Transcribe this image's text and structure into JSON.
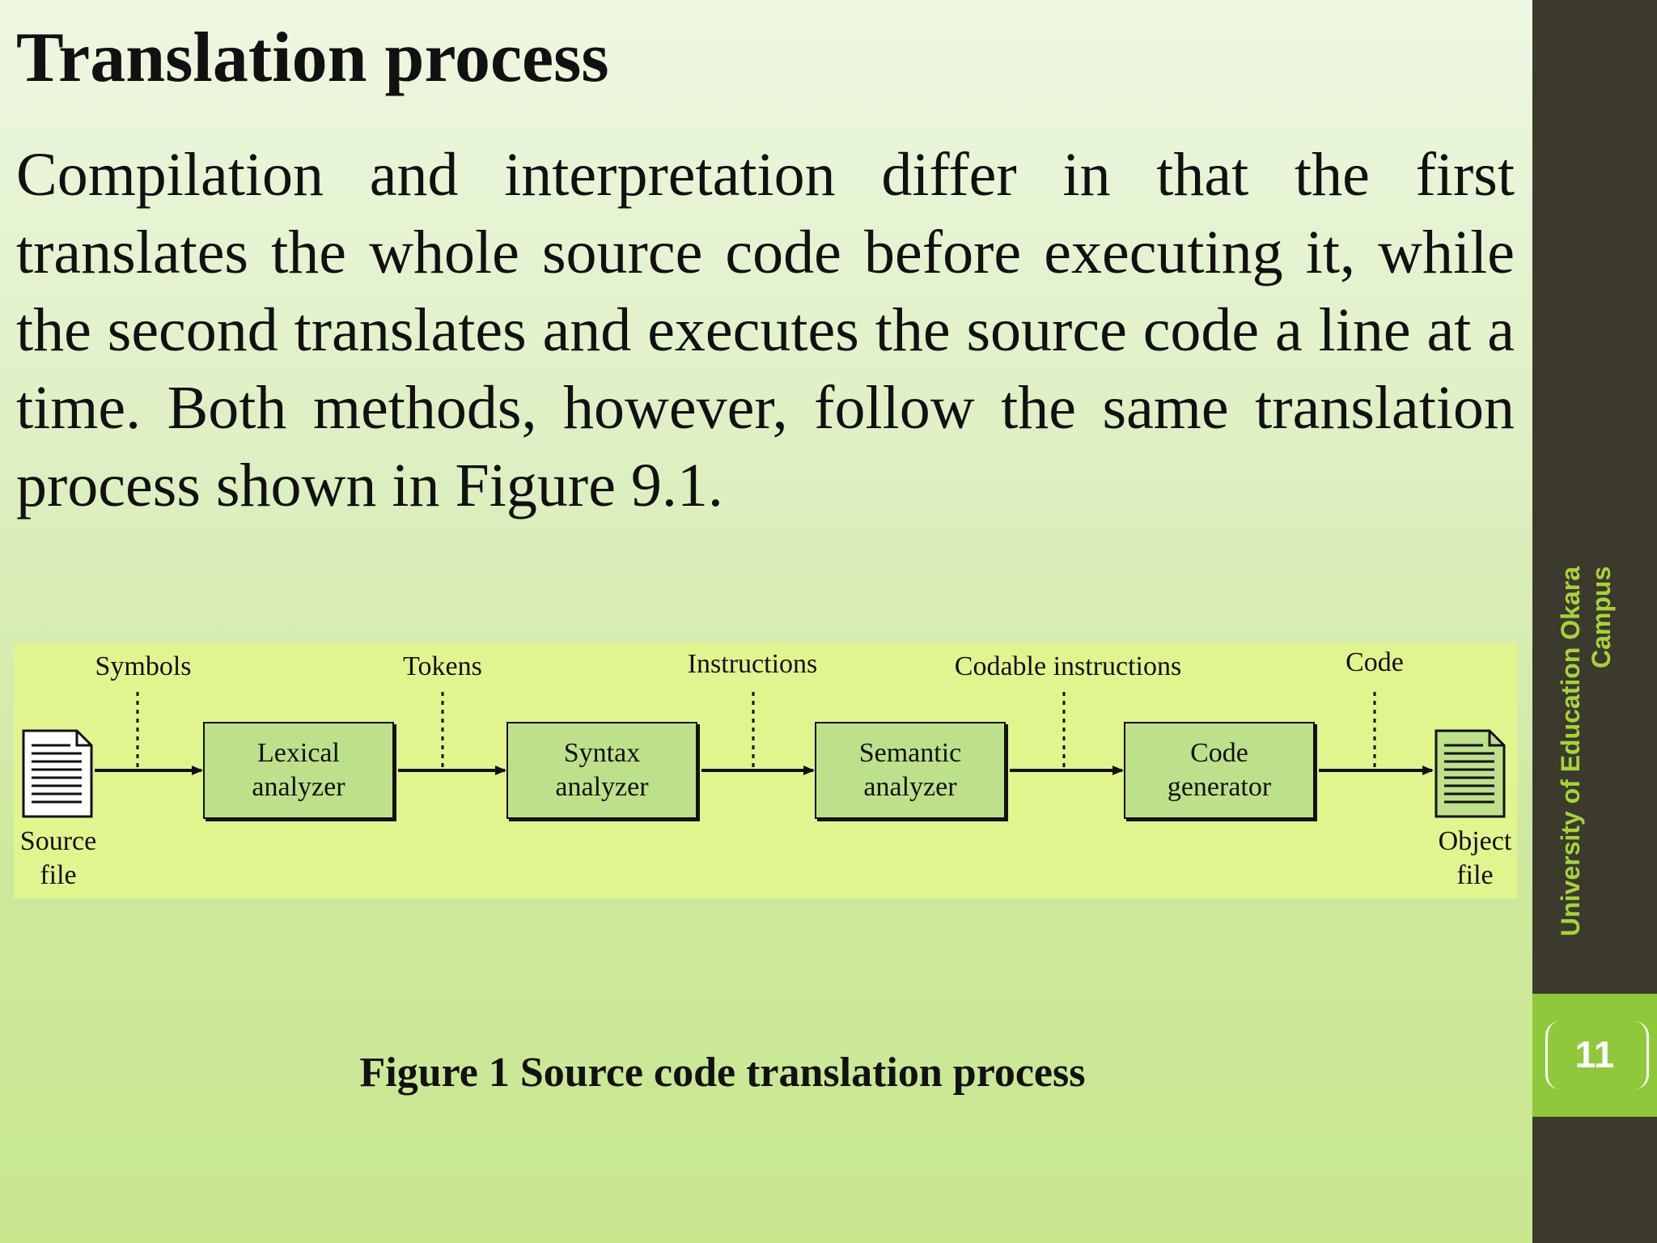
{
  "slide": {
    "title": "Translation process",
    "body": "Compilation and interpretation differ in that the first translates the whole source code before executing it, while the second translates and executes the source code a line at a time. Both methods, however, follow the same translation process shown in Figure 9.1.",
    "caption": "Figure 1  Source code translation process",
    "sidebar_text": "University of Education Okara Campus",
    "page_number": "11"
  },
  "diagram": {
    "source_label": [
      "Source",
      "file"
    ],
    "object_label": [
      "Object",
      "file"
    ],
    "stages": [
      {
        "line1": "Lexical",
        "line2": "analyzer"
      },
      {
        "line1": "Syntax",
        "line2": "analyzer"
      },
      {
        "line1": "Semantic",
        "line2": "analyzer"
      },
      {
        "line1": "Code",
        "line2": "generator"
      }
    ],
    "flows": [
      "Symbols",
      "Tokens",
      "Instructions",
      "Codable instructions",
      "Code"
    ]
  },
  "colors": {
    "diagram_bg": "#e1f58f",
    "box_fill": "#bde18a",
    "sidebar": "#3b3a2d",
    "sidebar_text": "#a8d23a",
    "page_badge": "#8fc83a"
  }
}
